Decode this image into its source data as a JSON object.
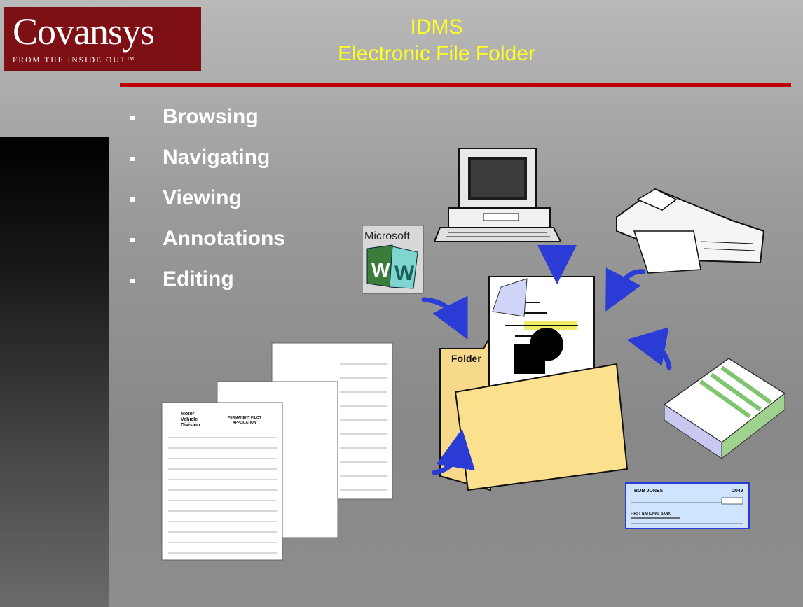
{
  "logo": {
    "word": "Covansys",
    "tagline": "FROM THE INSIDE OUT",
    "tm": "TM"
  },
  "title": {
    "line1": "IDMS",
    "line2": "Electronic File Folder"
  },
  "bullets": [
    {
      "label": "Browsing"
    },
    {
      "label": "Navigating"
    },
    {
      "label": "Viewing"
    },
    {
      "label": "Annotations"
    },
    {
      "label": "Editing"
    }
  ],
  "clipart": {
    "folder_label": "Folder",
    "word_logo_text": "Microsoft",
    "check": {
      "name": "BOB JONES",
      "number": "2049",
      "bank": "FIRST NATIONAL BANK"
    },
    "form": {
      "org_line1": "Motor",
      "org_line2": "Vehicle",
      "org_line3": "Division",
      "heading1": "PERMANENT PILOT",
      "heading2": "APPLICATION"
    }
  },
  "colors": {
    "title": "#ffff22",
    "accent_rule": "#c00000",
    "logo_bg": "#7e0f14",
    "arrow": "#2a3bd6",
    "folder": "#fbe08e"
  }
}
